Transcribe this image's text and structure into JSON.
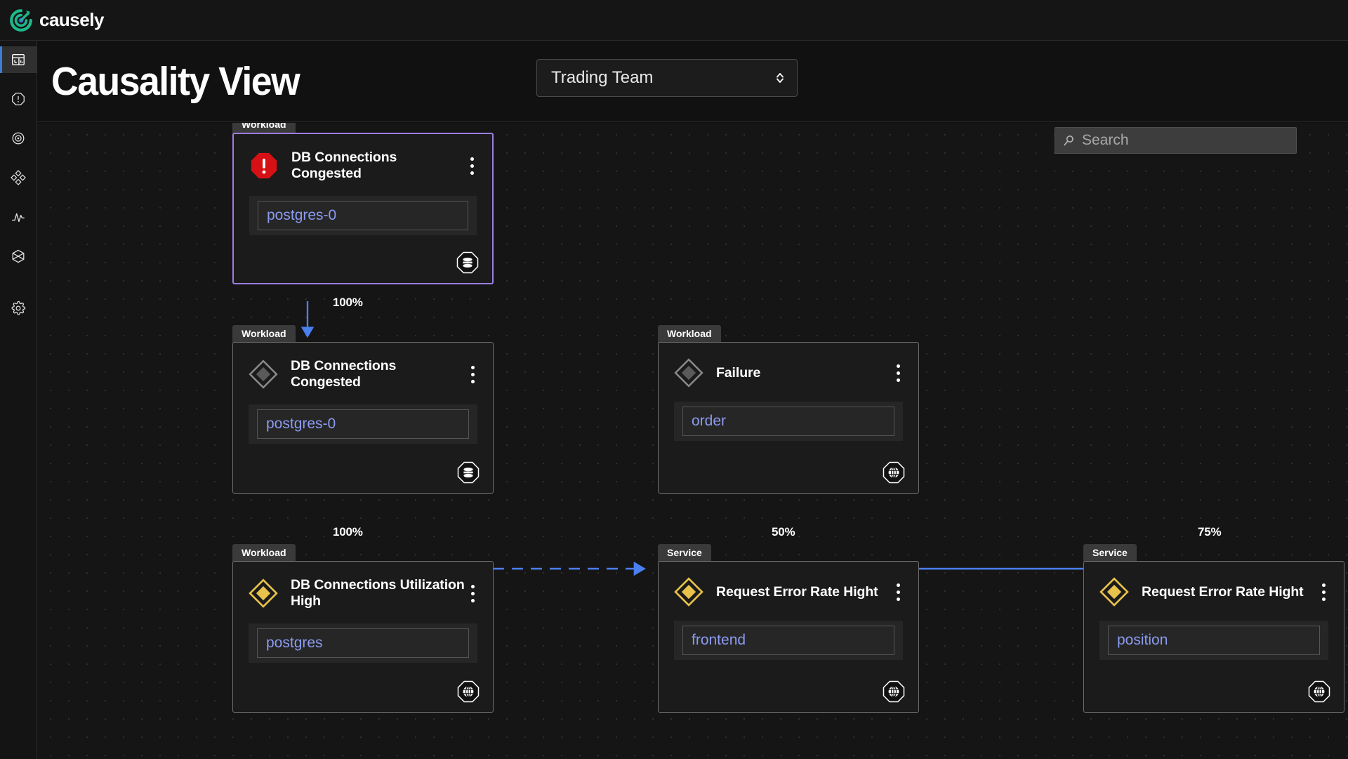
{
  "app": {
    "logo_text": "causely",
    "brand_color": "#1db98b",
    "accent_blue": "#3b7dd8"
  },
  "sidebar": {
    "items": [
      {
        "name": "dashboard",
        "icon": "dashboard-icon",
        "active": true
      },
      {
        "name": "alerts",
        "icon": "alert-octagon-icon",
        "active": false
      },
      {
        "name": "targets",
        "icon": "bullseye-icon",
        "active": false
      },
      {
        "name": "topology",
        "icon": "diamond-cluster-icon",
        "active": false
      },
      {
        "name": "metrics",
        "icon": "activity-wave-icon",
        "active": false
      },
      {
        "name": "entities",
        "icon": "hexagon-split-icon",
        "active": false
      },
      {
        "name": "settings",
        "icon": "gear-icon",
        "active": false
      }
    ]
  },
  "header": {
    "title": "Causality View",
    "team_selector": {
      "value": "Trading Team",
      "icon": "chevron-up-down-icon"
    }
  },
  "search": {
    "placeholder": "Search",
    "value": "",
    "icon": "search-icon"
  },
  "graph": {
    "nodes": [
      {
        "id": "n1",
        "tab": "Workload",
        "title": "DB Connections Congested",
        "chip": "postgres-0",
        "status_icon": "red-alert-octagon-icon",
        "status_color": "#d51116",
        "footer_icon": "database-octagon-icon",
        "selected": true
      },
      {
        "id": "n2",
        "tab": "Workload",
        "title": "DB Connections Congested",
        "chip": "postgres-0",
        "status_icon": "gray-diamond-icon",
        "status_color": "#8a8a8a",
        "footer_icon": "database-octagon-icon",
        "selected": false
      },
      {
        "id": "n3",
        "tab": "Workload",
        "title": "Failure",
        "chip": "order",
        "status_icon": "gray-diamond-icon",
        "status_color": "#8a8a8a",
        "footer_icon": "globe-octagon-icon",
        "selected": false
      },
      {
        "id": "n4",
        "tab": "Workload",
        "title": "DB Connections Utilization High",
        "chip": "postgres",
        "status_icon": "yellow-diamond-icon",
        "status_color": "#e8c24a",
        "footer_icon": "globe-octagon-icon",
        "selected": false
      },
      {
        "id": "n5",
        "tab": "Service",
        "title": "Request Error Rate Hight",
        "chip": "frontend",
        "status_icon": "yellow-diamond-icon",
        "status_color": "#e8c24a",
        "footer_icon": "globe-octagon-icon",
        "selected": false
      },
      {
        "id": "n6",
        "tab": "Service",
        "title": "Request Error Rate Hight",
        "chip": "position",
        "status_icon": "yellow-diamond-icon",
        "status_color": "#e8c24a",
        "footer_icon": "globe-octagon-icon",
        "selected": false
      }
    ],
    "edges": [
      {
        "from": "n1",
        "to": "n2",
        "label": "100%",
        "style": "solid"
      },
      {
        "from": "n2",
        "to": "n3",
        "label": "",
        "style": "dashed"
      },
      {
        "from": "n2",
        "to": "n4",
        "label": "100%",
        "style": "solid"
      },
      {
        "from": "n3",
        "to": "n5",
        "label": "50%",
        "style": "solid"
      },
      {
        "from": "n3",
        "to": "n6",
        "label": "75%",
        "style": "solid"
      }
    ],
    "edge_color": "#4a7ff0"
  }
}
